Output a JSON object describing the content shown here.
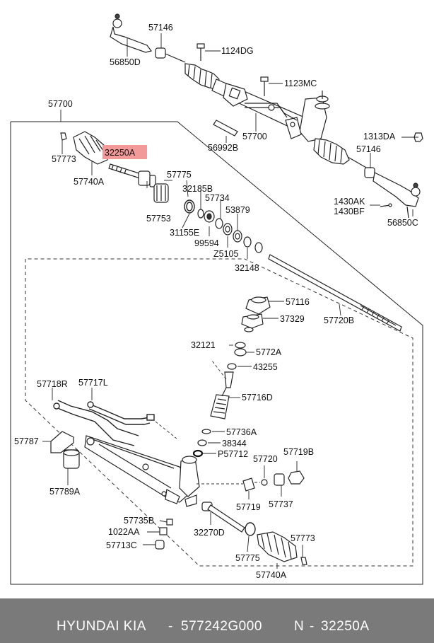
{
  "diagram": {
    "labels": {
      "p56850D": "56850D",
      "p57146_top": "57146",
      "p1124DG": "1124DG",
      "p1123MC": "1123MC",
      "p57700_top": "57700",
      "p57700_assy": "57700",
      "p56992B": "56992B",
      "p1313DA": "1313DA",
      "p57146_right": "57146",
      "p1430AK": "1430AK",
      "p1430BF": "1430BF",
      "p56850C": "56850C",
      "p57773_top": "57773",
      "p57740A_top": "57740A",
      "p32250A": "32250A",
      "p57775_top": "57775",
      "p32185B": "32185B",
      "p57734": "57734",
      "p57753": "57753",
      "p53879": "53879",
      "p31155E": "31155E",
      "p99594": "99594",
      "pZ5105": "Z5105",
      "p32148": "32148",
      "p57116": "57116",
      "p37329": "37329",
      "p57720B": "57720B",
      "p32121": "32121",
      "p5772A": "5772A",
      "p43255": "43255",
      "p57718R": "57718R",
      "p57717L": "57717L",
      "p57716D": "57716D",
      "p57736A": "57736A",
      "p57787": "57787",
      "p38344": "38344",
      "pP57712": "P57712",
      "p57720": "57720",
      "p57719B": "57719B",
      "p57789A": "57789A",
      "p57719": "57719",
      "p57737": "57737",
      "p57735B": "57735B",
      "p1022AA": "1022AA",
      "p32270D": "32270D",
      "p57773_bot": "57773",
      "p57713C": "57713C",
      "p57775_bot": "57775",
      "p57740A_bot": "57740A"
    },
    "highlight_color": "#f29a9a",
    "line_color": "#222222"
  },
  "footer": {
    "brand": "HYUNDAI  KIA",
    "sep1": "-",
    "part_number": "577242G000",
    "ref_prefix": "N",
    "sep2": "-",
    "ref_number": "32250A",
    "bg_color": "#7a7a7a"
  }
}
